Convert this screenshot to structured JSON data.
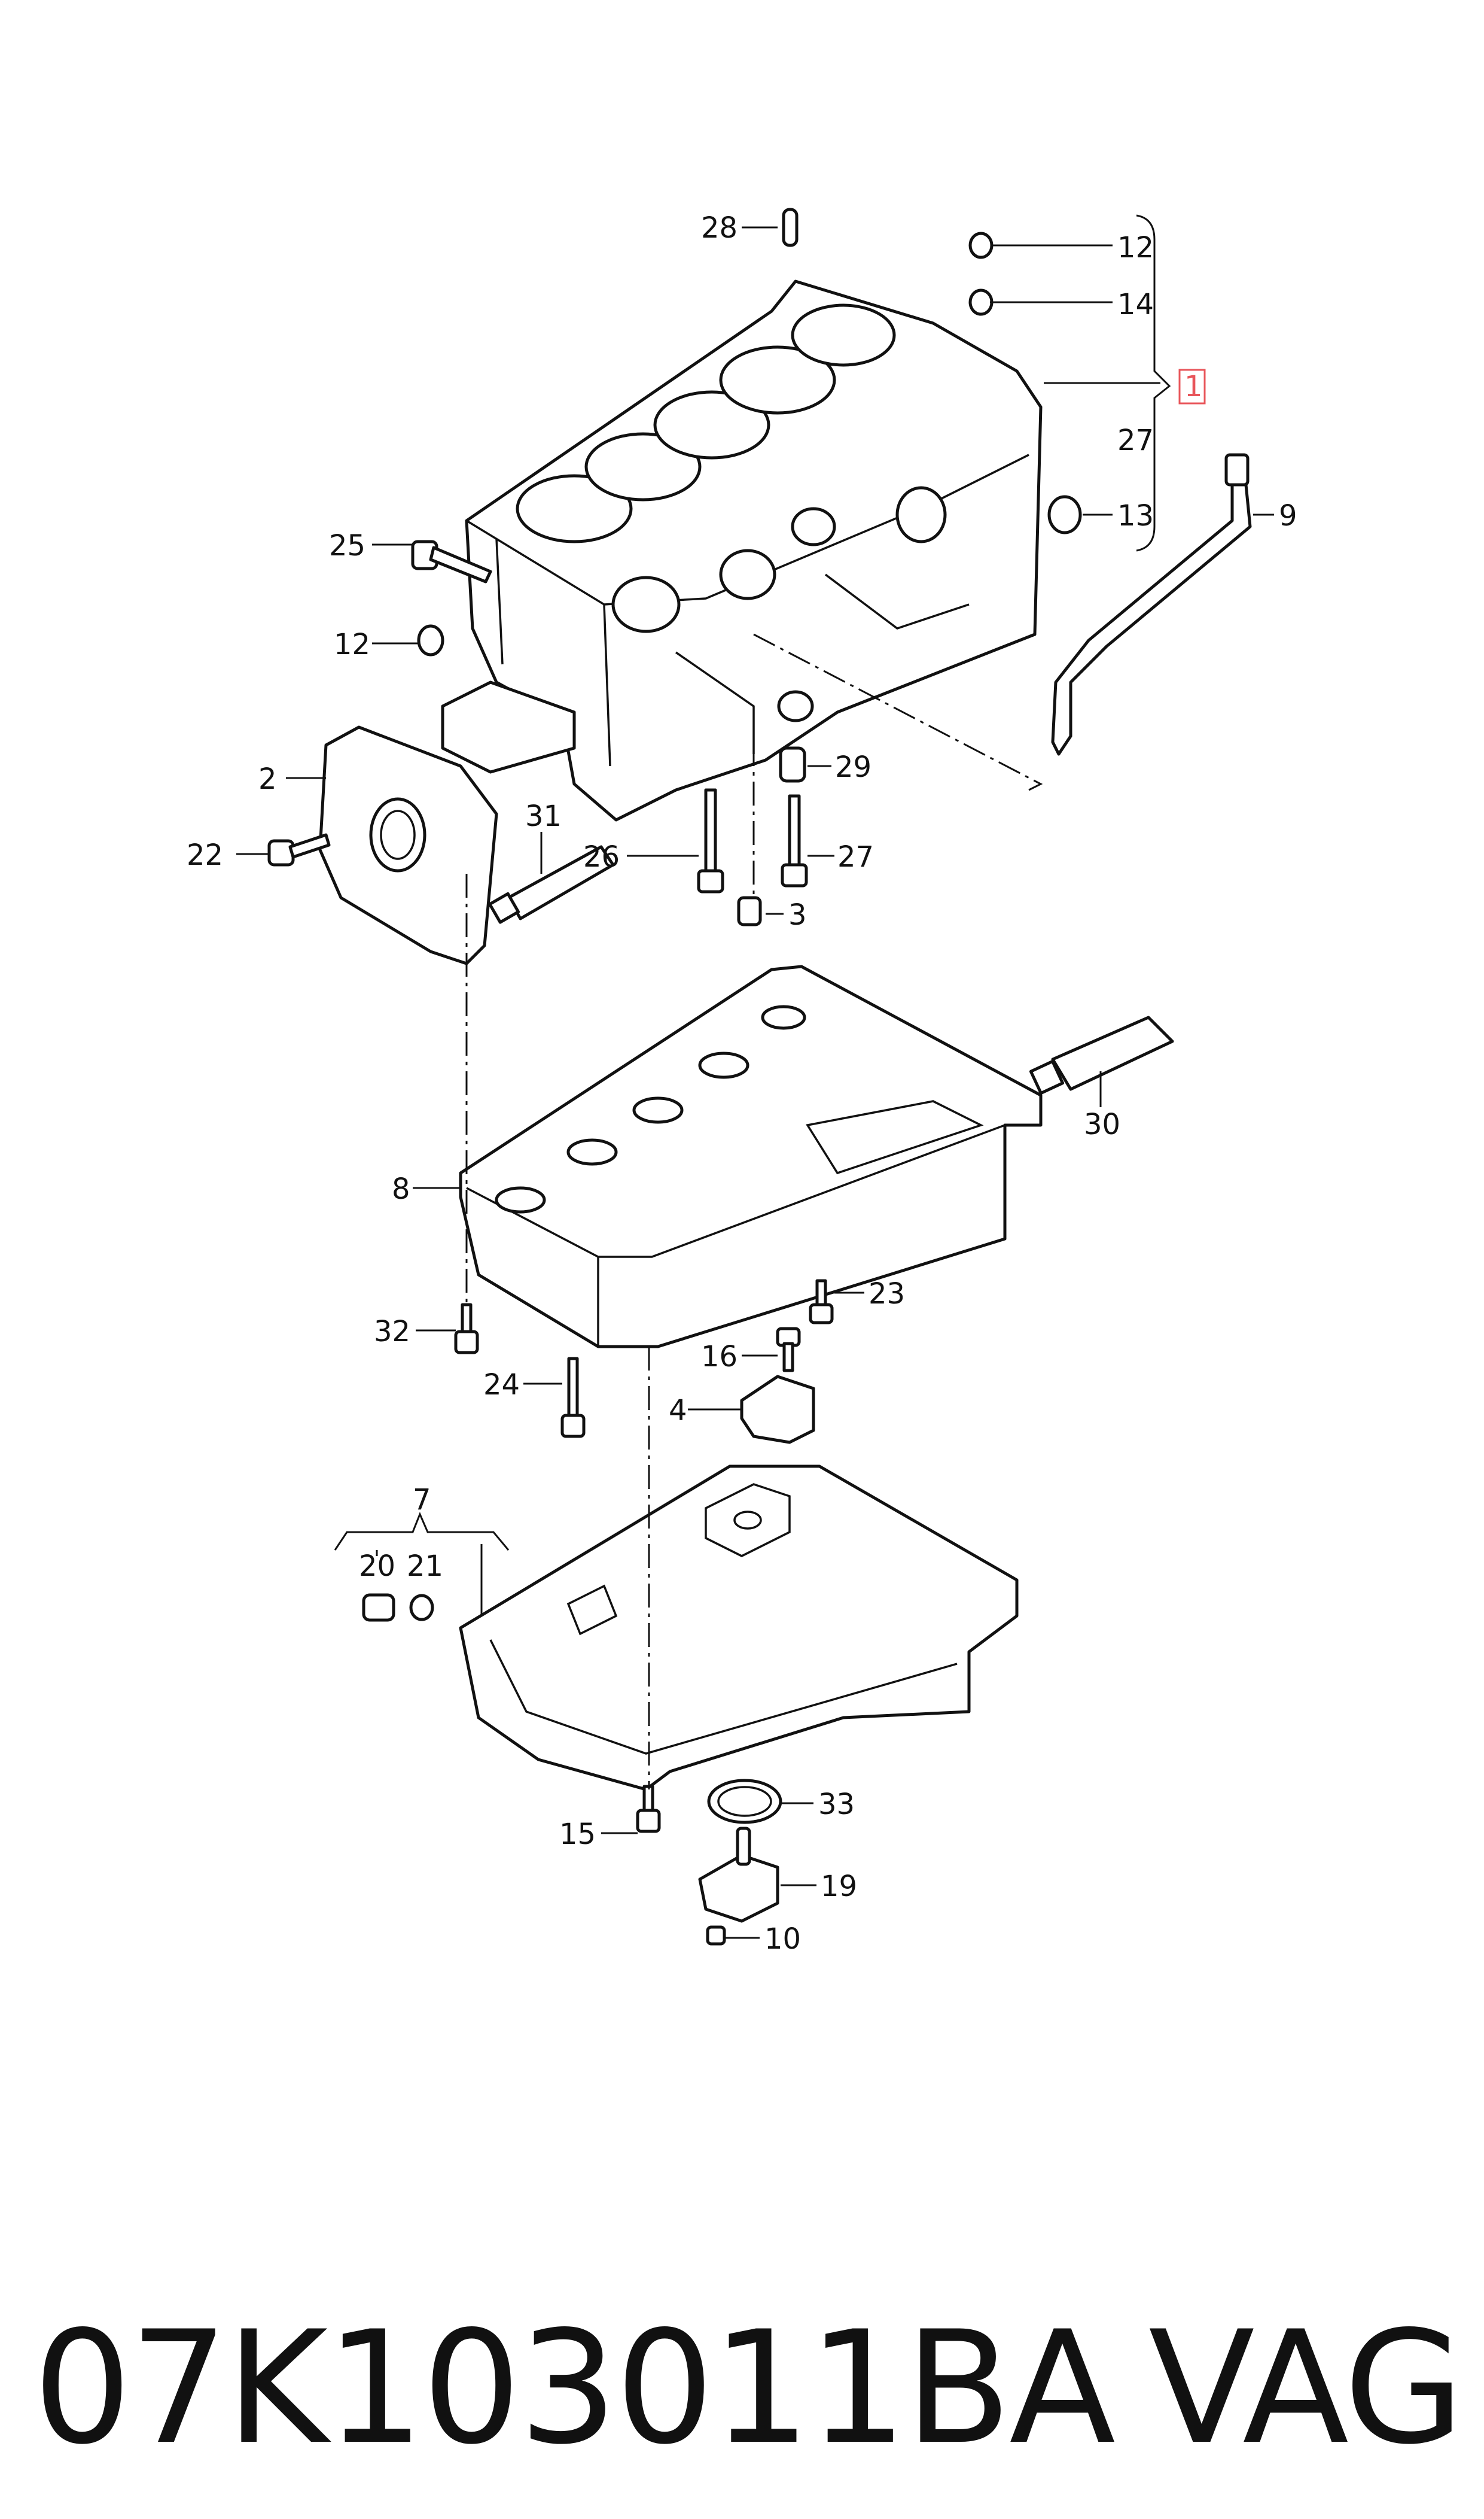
{
  "diagram": {
    "callouts": {
      "c28": "28",
      "c12a": "12",
      "c14": "14",
      "c1": "1",
      "c27a": "27",
      "c13": "13",
      "c9": "9",
      "c25": "25",
      "c12b": "12",
      "c2": "2",
      "c22": "22",
      "c31": "31",
      "c26": "26",
      "c27b": "27",
      "c29": "29",
      "c3": "3",
      "c30": "30",
      "c8": "8",
      "c23": "23",
      "c32": "32",
      "c16": "16",
      "c24": "24",
      "c4": "4",
      "c7": "7",
      "c20": "20",
      "c21": "21",
      "c33": "33",
      "c15": "15",
      "c19": "19",
      "c10": "10"
    },
    "highlighted_callout": "1",
    "highlight_color": "#e8555a"
  },
  "footer": {
    "part_number": "07K103011BA",
    "brand": "VAG"
  }
}
